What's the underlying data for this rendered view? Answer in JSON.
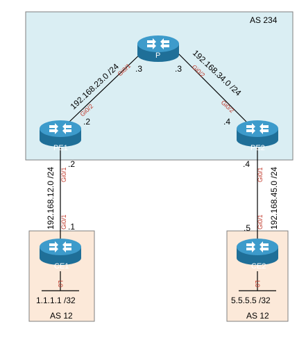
{
  "areas": {
    "core": {
      "label": "AS 234",
      "fill": "#daeef3",
      "stroke": "#7f7f7f"
    },
    "ce1": {
      "label": "AS 12",
      "fill": "#fce9d9",
      "stroke": "#7f7f7f"
    },
    "ce2": {
      "label": "AS 12",
      "fill": "#fce9d9",
      "stroke": "#7f7f7f"
    }
  },
  "routers": {
    "p": "P",
    "pe1": "PE1",
    "pe2": "PE2",
    "ce1": "CE1",
    "ce2": "CE2"
  },
  "links": {
    "pe1_p": {
      "subnet": "192.168.23.0 /24",
      "a_if": "Gi0/2",
      "a_ip": ".2",
      "b_if": "Gi0/1",
      "b_ip": ".3"
    },
    "p_pe2": {
      "subnet": "192.168.34.0 /24",
      "a_if": "Gi0/2",
      "a_ip": ".3",
      "b_if": "Gi0/2",
      "b_ip": ".4"
    },
    "pe1_ce1": {
      "subnet": "192.168.12.0 /24",
      "a_if": "Gi0/1",
      "a_ip": ".2",
      "b_if": "Gi0/1",
      "b_ip": ".1"
    },
    "pe2_ce2": {
      "subnet": "192.168.45.0 /24",
      "a_if": "Gi0/1",
      "a_ip": ".4",
      "b_if": "Gi0/1",
      "b_ip": ".5"
    }
  },
  "loopbacks": {
    "ce1": {
      "if": "L0",
      "address": "1.1.1.1 /32"
    },
    "ce2": {
      "if": "L0",
      "address": "5.5.5.5 /32"
    }
  },
  "colors": {
    "router_body": "#2a86b4",
    "router_top": "#4fa8d4",
    "interface_text": "#c0392b",
    "link": "#000000"
  }
}
